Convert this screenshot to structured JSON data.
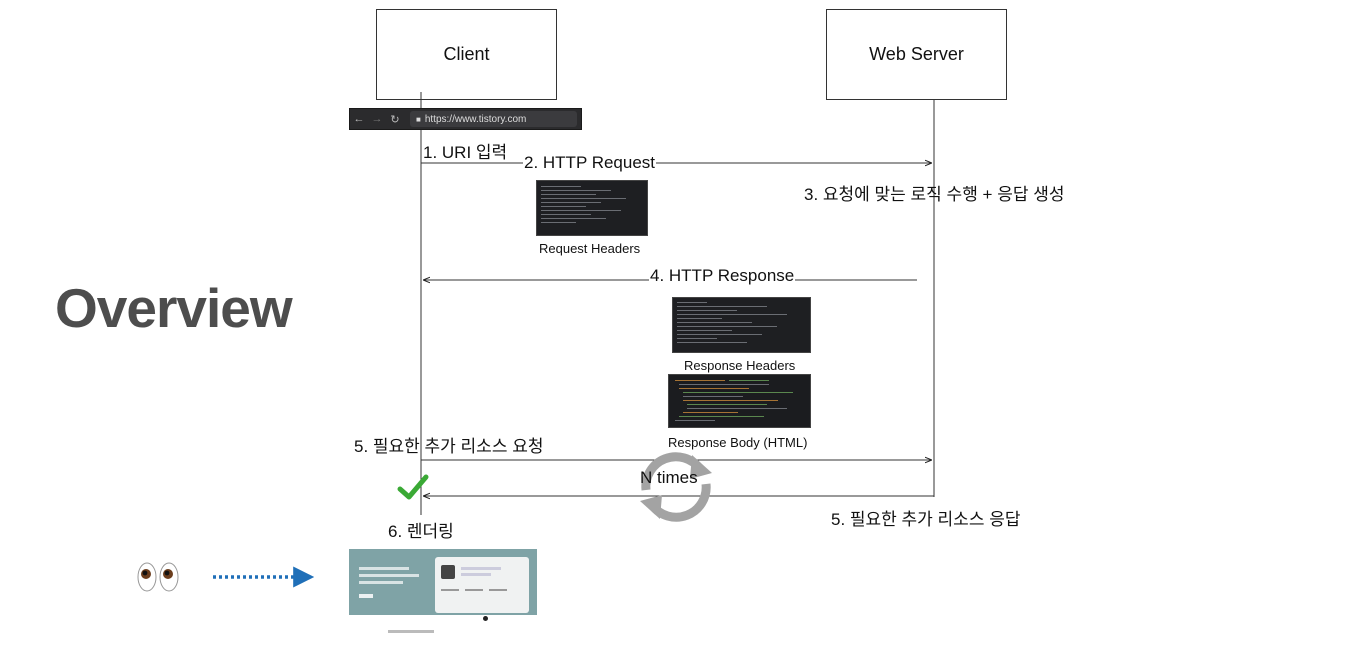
{
  "title": "Overview",
  "client_label": "Client",
  "server_label": "Web Server",
  "browser": {
    "url": "https://www.tistory.com"
  },
  "steps": {
    "s1": "1. URI 입력",
    "s2": "2. HTTP Request",
    "s3": "3. 요청에 맞는 로직 수행 + 응답 생성",
    "s4": "4. HTTP Response",
    "s5_request": "5. 필요한 추가 리소스 요청",
    "s5_response": "5. 필요한 추가 리소스 응답",
    "s6": "6. 렌더링",
    "loop": "N times"
  },
  "captions": {
    "request_headers": "Request Headers",
    "response_headers": "Response Headers",
    "response_body": "Response Body (HTML)"
  },
  "icons": {
    "check": "check-icon",
    "loop": "refresh-icon",
    "eyes": "eyes-emoji",
    "arrow": "dotted-arrow-icon"
  },
  "colors": {
    "check": "#3aa935",
    "dotted_arrow": "#1f6fb8",
    "title": "#4d4d4d",
    "loop_icon": "#9a9a9a"
  }
}
